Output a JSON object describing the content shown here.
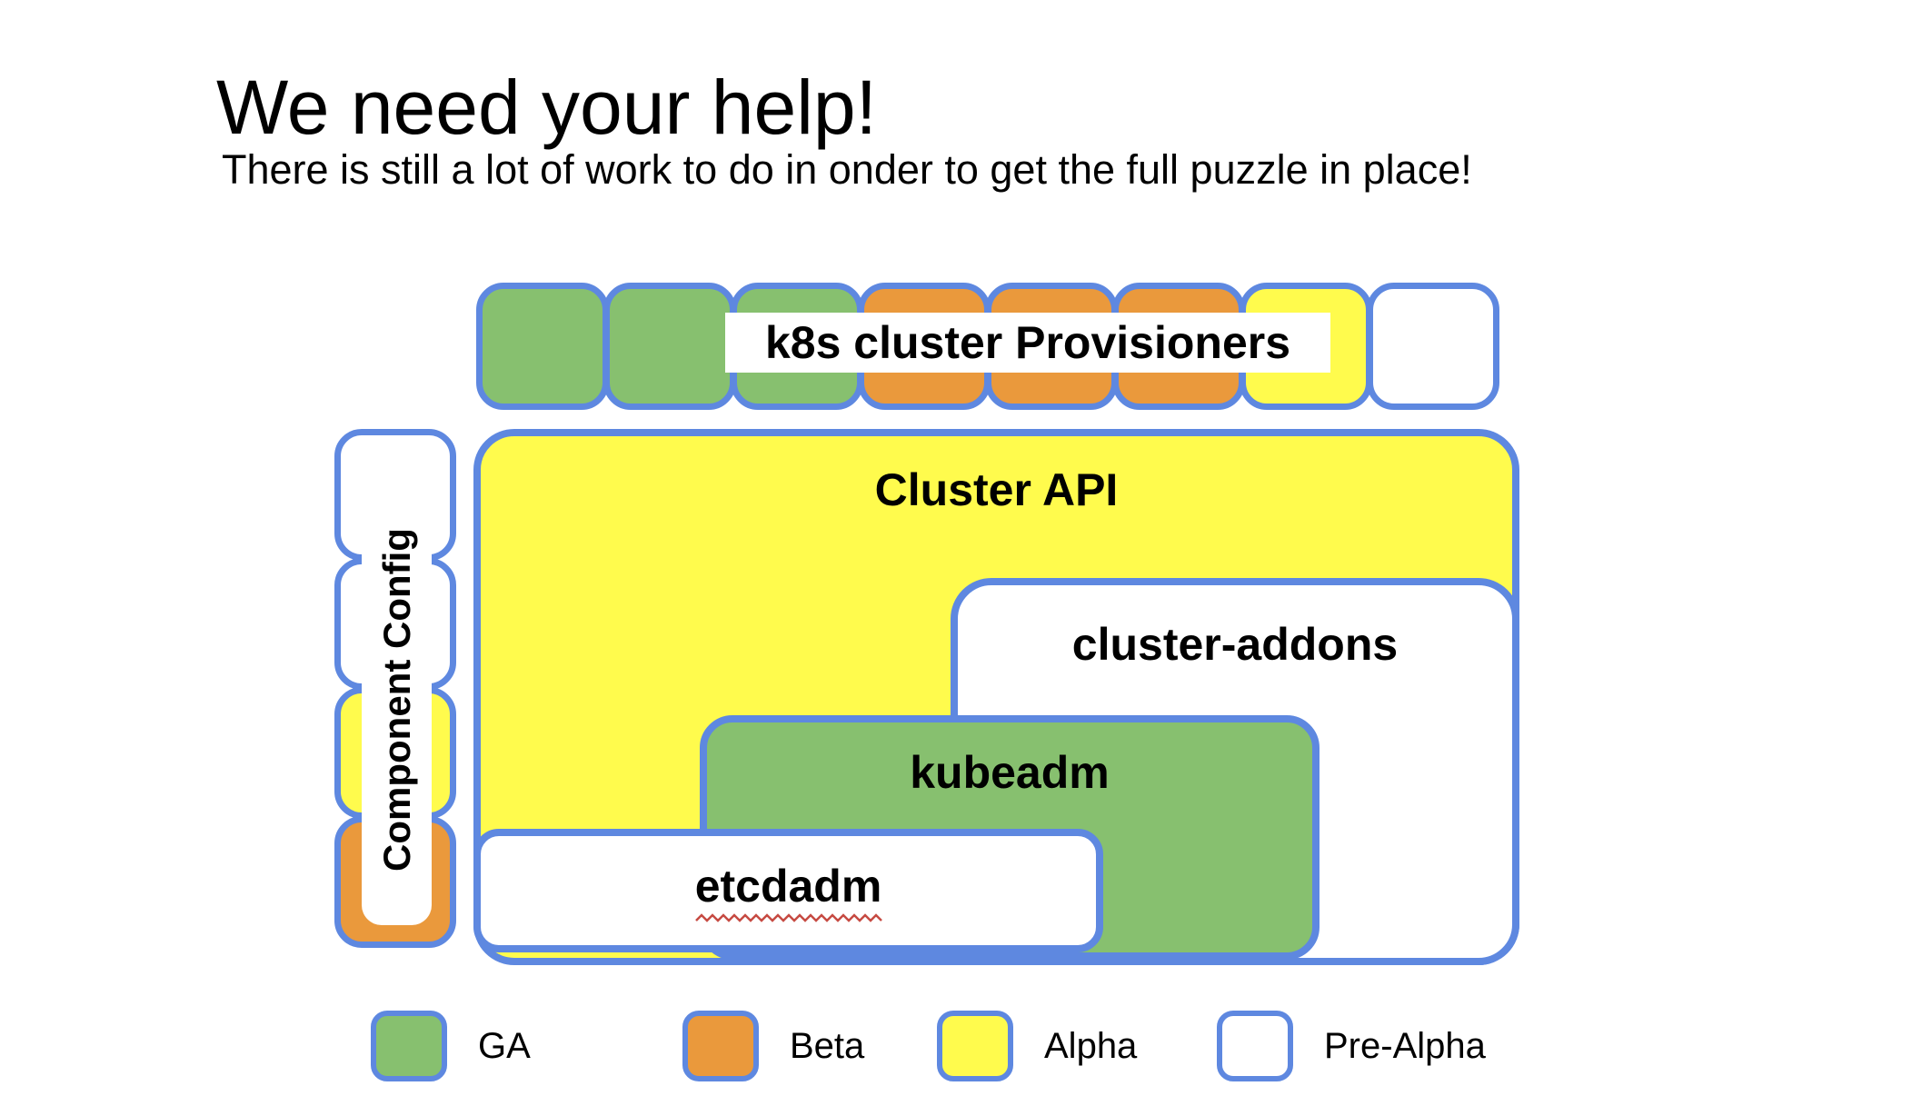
{
  "page": {
    "title": "We need your help!",
    "subtitle": "There is still a lot of work to do in onder to get the full puzzle in place!"
  },
  "colors": {
    "ga_green": "#87C06F",
    "beta_orange": "#EA993C",
    "alpha_yellow": "#FFFB4D",
    "pre_alpha_white": "#FFFFFF",
    "border_blue": "#5E88E0",
    "squiggle_red": "#C64A42",
    "text_black": "#000000"
  },
  "diagram": {
    "provisioners": {
      "label": "k8s cluster Provisioners",
      "squares": [
        "ga",
        "ga",
        "ga",
        "beta",
        "beta",
        "beta",
        "alpha",
        "pre-alpha"
      ]
    },
    "component_config": {
      "label": "Component Config",
      "squares": [
        "pre-alpha",
        "pre-alpha",
        "alpha",
        "beta"
      ]
    },
    "boxes": {
      "cluster_api": {
        "label": "Cluster API",
        "status": "alpha"
      },
      "cluster_addons": {
        "label": "cluster-addons",
        "status": "pre-alpha"
      },
      "kubeadm": {
        "label": "kubeadm",
        "status": "ga"
      },
      "etcdadm": {
        "label": "etcdadm",
        "status": "pre-alpha",
        "spellcheck_underline": "true"
      }
    }
  },
  "legend": {
    "items": [
      {
        "status": "ga",
        "label": "GA"
      },
      {
        "status": "beta",
        "label": "Beta"
      },
      {
        "status": "alpha",
        "label": "Alpha"
      },
      {
        "status": "pre-alpha",
        "label": "Pre-Alpha"
      }
    ]
  }
}
